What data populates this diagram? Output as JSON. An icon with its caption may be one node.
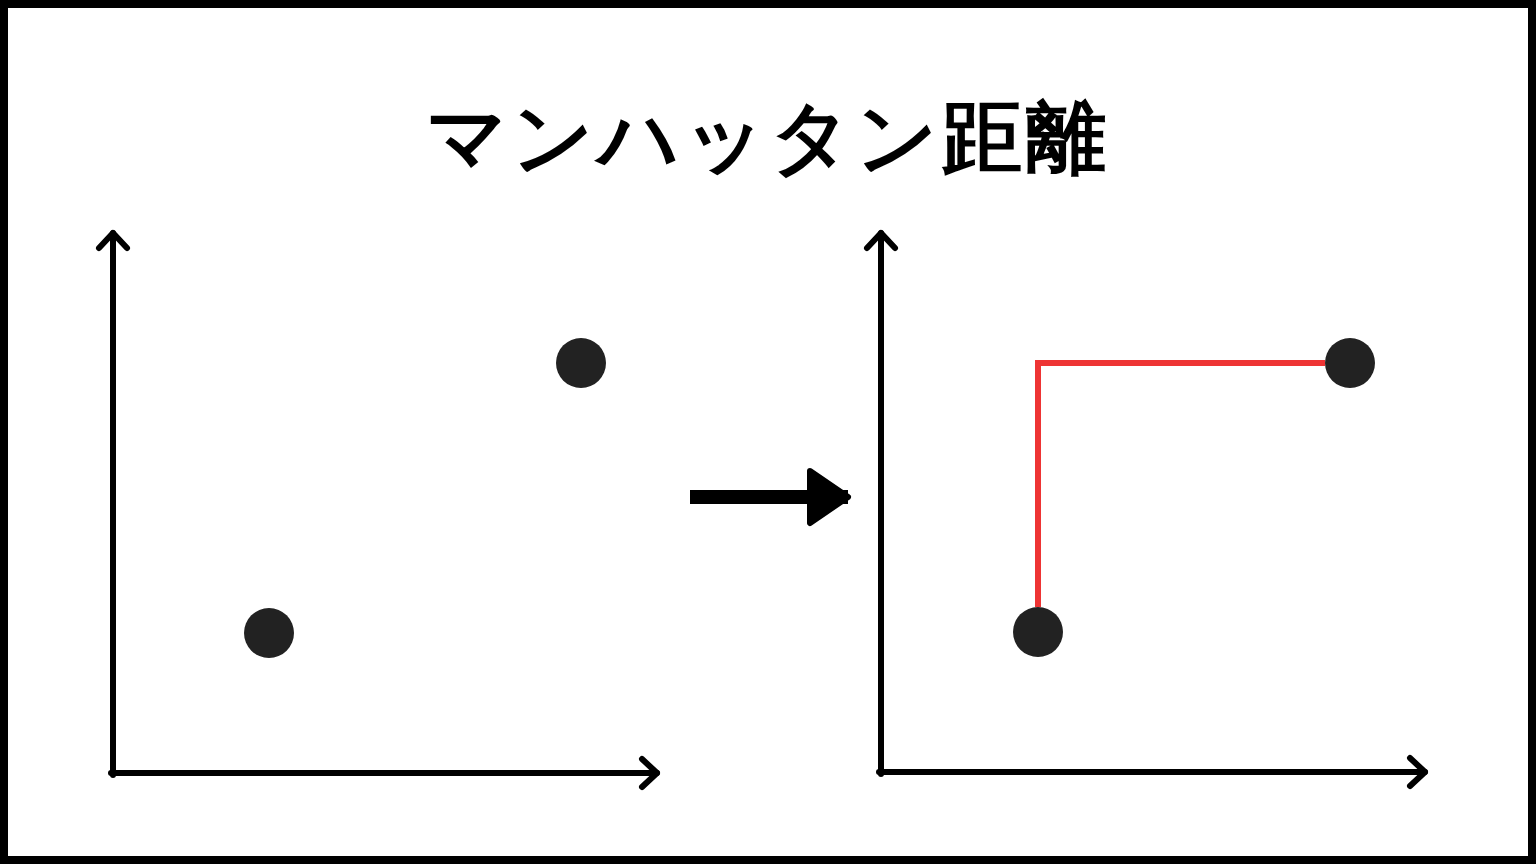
{
  "diagram": {
    "title": "マンハッタン距離",
    "nodes": [
      {
        "text": [],
        "shape": "picture"
      },
      {
        "text": [],
        "shape": "circle",
        "in": 0
      },
      {
        "text": [],
        "shape": "circle",
        "in": 0
      },
      {
        "text": [],
        "shape": "picture"
      },
      {
        "text": [],
        "shape": "circle",
        "in": 3
      },
      {
        "text": [],
        "shape": "circle",
        "in": 3
      }
    ],
    "edges": [
      {
        "from": 0,
        "to": 3,
        "arrow": "to",
        "style": "thick"
      },
      {
        "from": 4,
        "to": 5,
        "arrow": "none",
        "color": "#ee3434"
      }
    ]
  }
}
